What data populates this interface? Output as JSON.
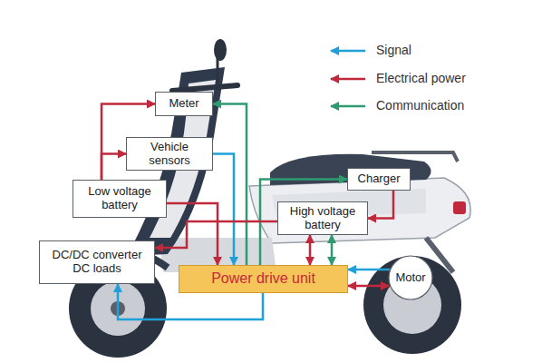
{
  "diagram": {
    "nodes": [
      {
        "text": [
          "Meter"
        ]
      },
      {
        "text": [
          "Vehicle sensors"
        ]
      },
      {
        "text": [
          "Low voltage battery"
        ]
      },
      {
        "text": [
          "DC/DC converter DC loads"
        ]
      },
      {
        "text": [
          "Charger"
        ]
      },
      {
        "text": [
          "High voltage battery"
        ]
      },
      {
        "text": [
          "Power drive unit"
        ]
      },
      {
        "text": [
          "Motor"
        ]
      }
    ],
    "edges": [
      {
        "from": 2,
        "to": 0,
        "arrow": "to"
      },
      {
        "from": 2,
        "to": 1,
        "arrow": "to"
      },
      {
        "from": 1,
        "to": 6,
        "arrow": "to"
      },
      {
        "from": 6,
        "to": 0,
        "arrow": "to"
      },
      {
        "from": 2,
        "to": 6,
        "arrow": "to"
      },
      {
        "from": 6,
        "to": 4,
        "arrow": "to"
      },
      {
        "from": 4,
        "to": 5,
        "arrow": "to"
      },
      {
        "from": 5,
        "to": 3,
        "arrow": "to"
      },
      {
        "from": 5,
        "to": 6,
        "arrow": "both"
      },
      {
        "from": 5,
        "to": 6,
        "arrow": "both"
      },
      {
        "from": 6,
        "to": 3,
        "arrow": "to"
      },
      {
        "from": 7,
        "to": 6,
        "arrow": "to"
      },
      {
        "from": 6,
        "to": 7,
        "arrow": "both"
      }
    ],
    "legend": [
      {
        "text": "Signal"
      },
      {
        "text": "Electrical power"
      },
      {
        "text": "Communication"
      }
    ]
  }
}
